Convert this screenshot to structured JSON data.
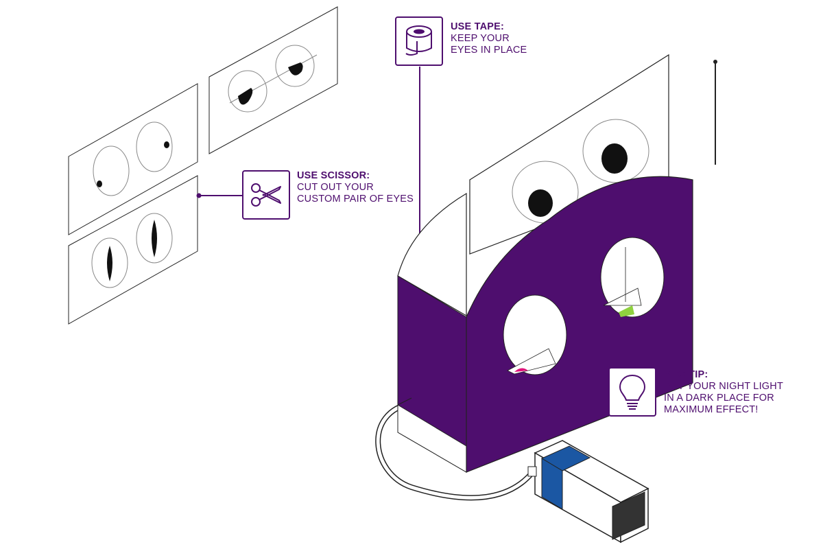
{
  "colors": {
    "purple": "#4e0e6e",
    "outline": "#1a1a1a",
    "battery_blue": "#1b57a3",
    "green": "#8fd13f",
    "pink": "#e0147a"
  },
  "callouts": {
    "tape": {
      "title": "USE TAPE:",
      "lines": [
        "KEEP YOUR",
        "EYES IN PLACE"
      ],
      "icon": "tape-roll-icon"
    },
    "scissor": {
      "title": "USE SCISSOR:",
      "lines": [
        "CUT OUT YOUR",
        "CUSTOM PAIR OF EYES"
      ],
      "icon": "scissors-icon"
    },
    "pro_tip": {
      "title": "PRO TIP:",
      "lines": [
        "PUT YOUR NIGHT LIGHT",
        "IN A DARK PLACE FOR",
        "MAXIMUM EFFECT!"
      ],
      "icon": "lightbulb-icon"
    }
  }
}
